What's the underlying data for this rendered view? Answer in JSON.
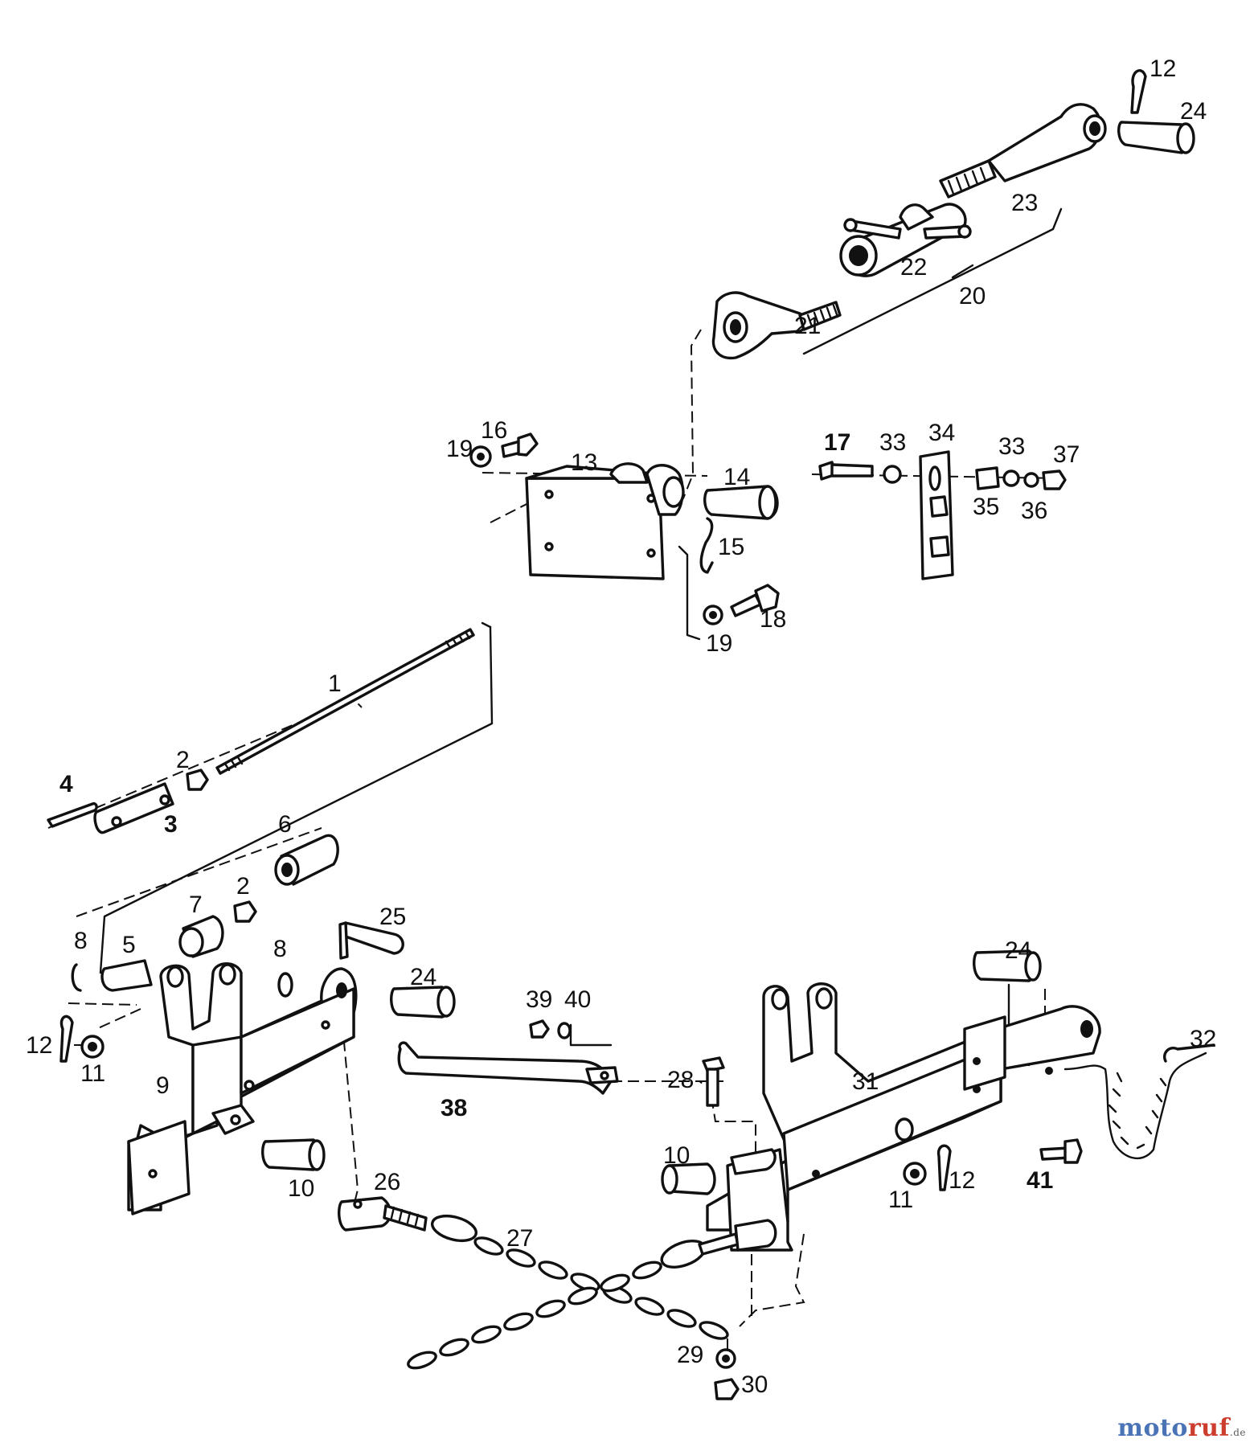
{
  "labels": [
    "1",
    "2",
    "2",
    "3",
    "4",
    "5",
    "6",
    "7",
    "8",
    "8",
    "9",
    "10",
    "10",
    "11",
    "11",
    "12",
    "12",
    "12",
    "12",
    "13",
    "14",
    "15",
    "16",
    "17",
    "18",
    "19",
    "19",
    "20",
    "21",
    "22",
    "23",
    "24",
    "24",
    "24",
    "25",
    "26",
    "27",
    "28",
    "29",
    "30",
    "31",
    "32",
    "33",
    "33",
    "34",
    "35",
    "36",
    "37",
    "38",
    "39",
    "40",
    "41"
  ],
  "watermark": {
    "brand_colored": "moto",
    "brand_red": "ruf",
    "brand_domain": ".de",
    "color_blue": "#4b74b7",
    "color_red": "#cc3d2e"
  }
}
